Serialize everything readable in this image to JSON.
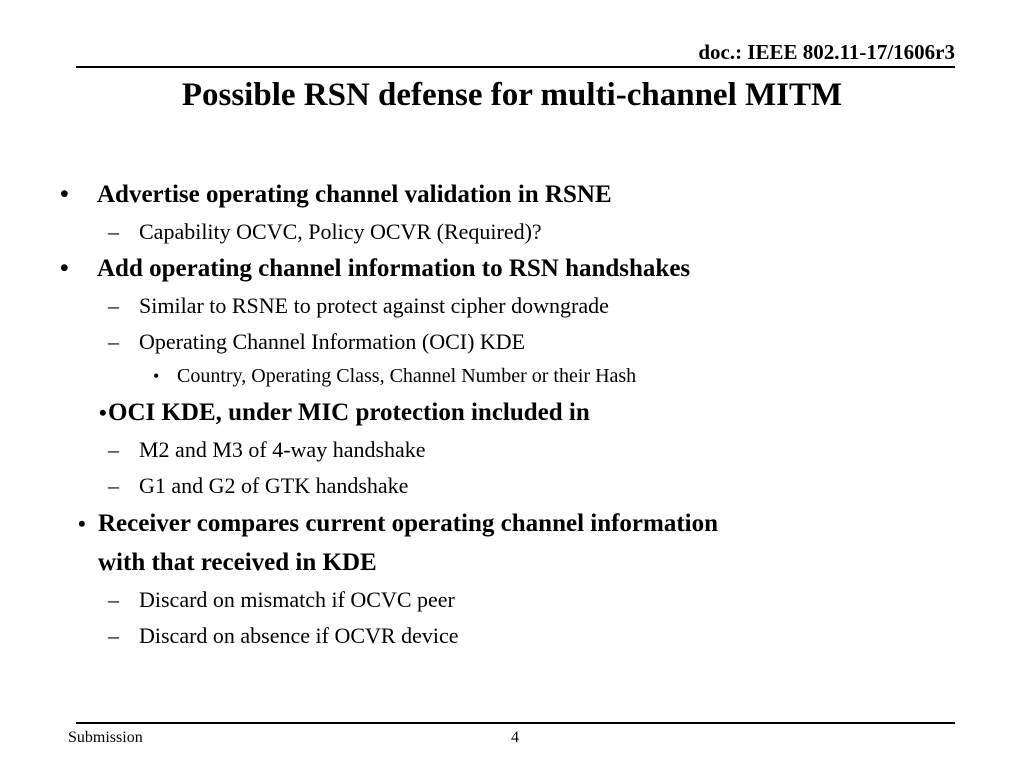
{
  "header": {
    "doc_id": "doc.: IEEE 802.11-17/1606r3"
  },
  "title": {
    "line1": "Possible RSN defense for multi-channel",
    "line2": "MITM",
    "full": "Possible RSN defense for multi-channel MITM"
  },
  "markers": {
    "bullet_round": "•",
    "dash": "–"
  },
  "content": [
    {
      "level": 1,
      "marker": "•",
      "text": "Advertise operating channel validation in RSNE"
    },
    {
      "level": 2,
      "marker": "–",
      "text": "Capability OCVC, Policy OCVR (Required)?"
    },
    {
      "level": 1,
      "marker": "•",
      "text": "Add operating channel information to RSN handshakes"
    },
    {
      "level": 2,
      "marker": "–",
      "text": "Similar to RSNE to protect against cipher downgrade"
    },
    {
      "level": 2,
      "marker": "–",
      "text": "Operating Channel Information (OCI) KDE"
    },
    {
      "level": 3,
      "marker": "•",
      "text": "Country, Operating Class, Channel Number or their Hash"
    },
    {
      "level": 1,
      "marker": "•",
      "text": "OCI KDE, under MIC protection included in"
    },
    {
      "level": 2,
      "marker": "–",
      "text": "M2 and M3 of 4-way handshake"
    },
    {
      "level": 2,
      "marker": "–",
      "text": "G1 and G2 of GTK handshake"
    },
    {
      "level": 1,
      "marker": "•",
      "text": "Receiver compares current operating channel information with that received in KDE",
      "wrap_line1": "Receiver compares current operating channel information",
      "wrap_line2": "with that received in KDE"
    },
    {
      "level": 2,
      "marker": "–",
      "text": "Discard on mismatch if OCVC peer"
    },
    {
      "level": 2,
      "marker": "–",
      "text": "Discard on absence if OCVR device"
    }
  ],
  "footer": {
    "left_label": "Submission",
    "page_number": "4"
  }
}
